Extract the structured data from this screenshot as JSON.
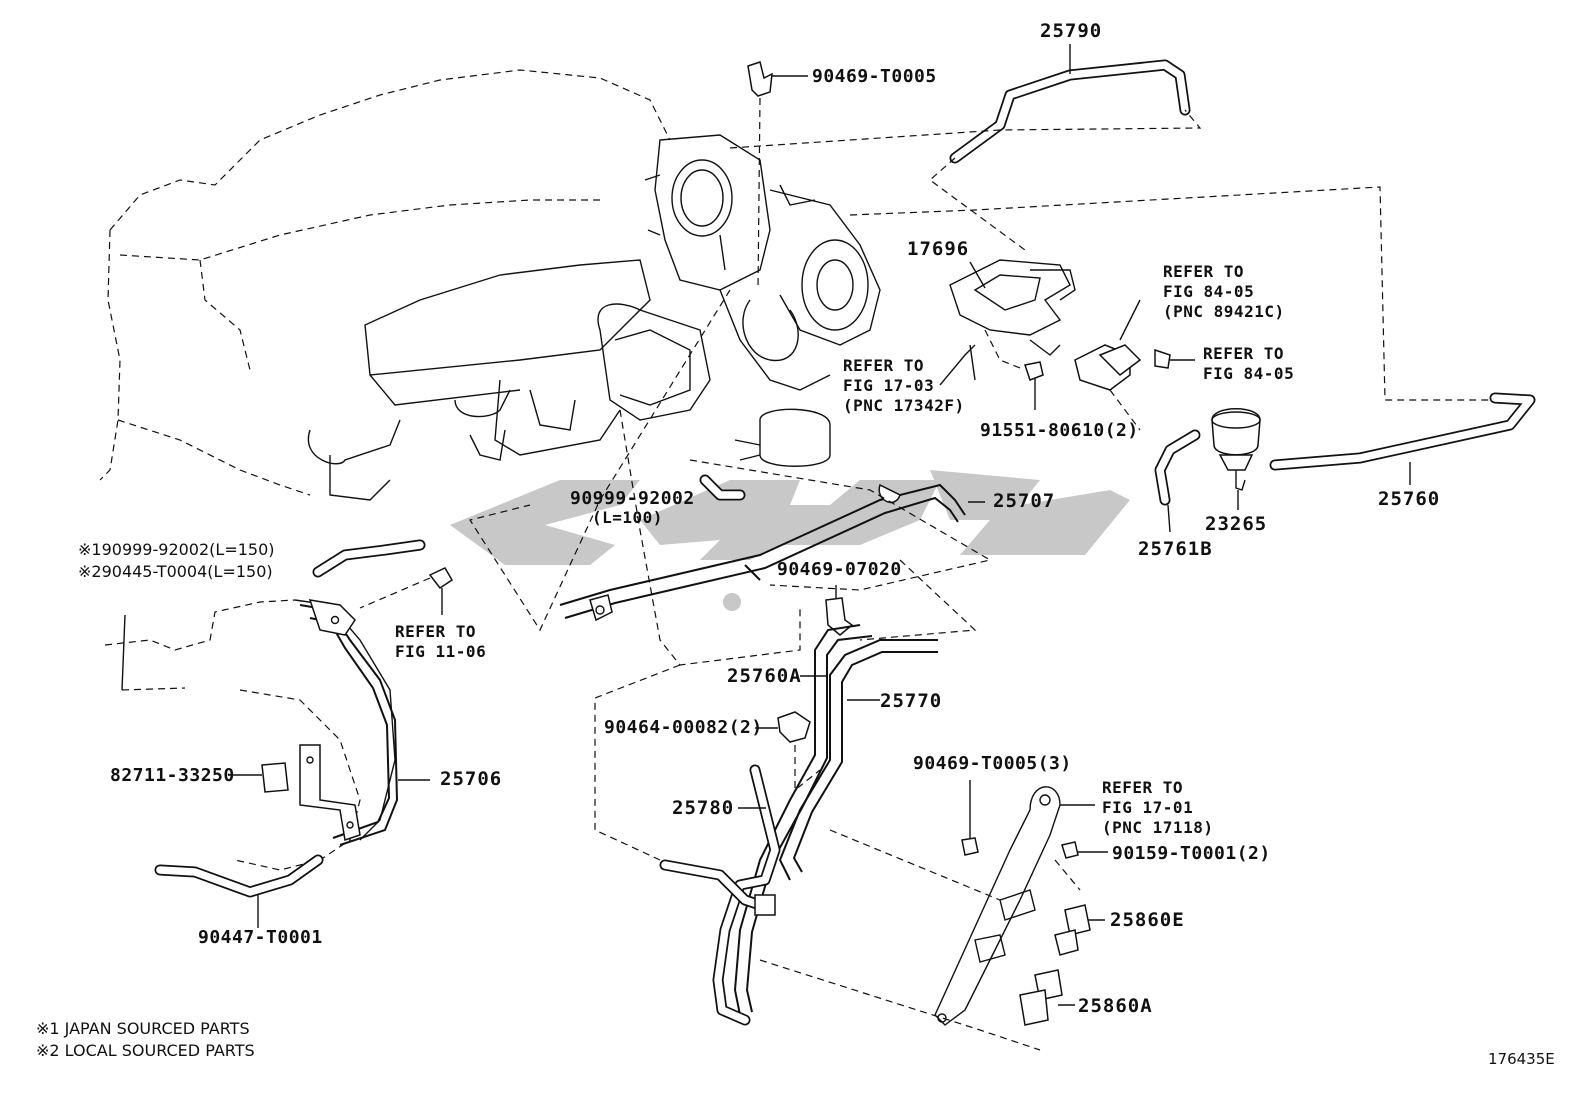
{
  "parts": {
    "p25790": "25790",
    "p90469_t0005": "90469-T0005",
    "p17696": "17696",
    "refer_84_05_a": [
      "REFER TO",
      "FIG 84-05",
      "(PNC 89421C)"
    ],
    "refer_84_05_b": [
      "REFER TO",
      "FIG 84-05"
    ],
    "refer_17_03": [
      "REFER TO",
      "FIG 17-03",
      "(PNC 17342F)"
    ],
    "p91551": "91551-80610(2)",
    "p25760": "25760",
    "p23265": "23265",
    "p25761b": "25761B",
    "p25707": "25707",
    "p90999_100": [
      "90999-92002",
      "(L=100)"
    ],
    "p90469_07020": "90469-07020",
    "japan_hose": "※190999-92002(L=150)",
    "local_hose": "※290445-T0004(L=150)",
    "refer_11_06": [
      "REFER TO",
      "FIG 11-06"
    ],
    "p25760a": "25760A",
    "p25770": "25770",
    "p90464": "90464-00082(2)",
    "p82711": "82711-33250",
    "p25706": "25706",
    "p25780": "25780",
    "p90469_t0005_3": "90469-T0005(3)",
    "refer_17_01": [
      "REFER TO",
      "FIG 17-01",
      "(PNC 17118)"
    ],
    "p90159": "90159-T0001(2)",
    "p25860e": "25860E",
    "p25860a": "25860A",
    "p90447": "90447-T0001"
  },
  "notes": {
    "japan": "※1 JAPAN SOURCED PARTS",
    "local": "※2 LOCAL SOURCED PARTS"
  },
  "illustration_code": "176435E",
  "colors": {
    "ink": "#111111",
    "watermark": "#c8c8c8",
    "background": "#ffffff"
  }
}
